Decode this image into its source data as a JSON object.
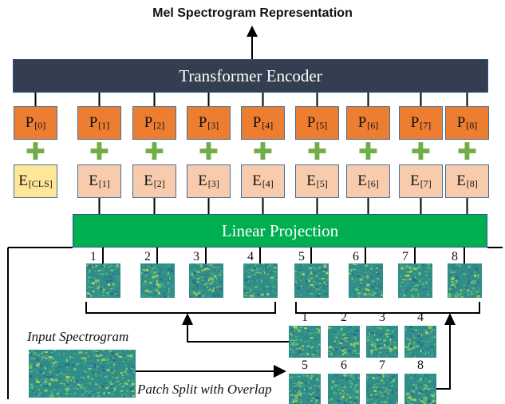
{
  "title": "Mel Spectrogram Representation",
  "encoder_label": "Transformer Encoder",
  "linear_label": "Linear Projection",
  "position_embeddings": [
    {
      "base": "P",
      "sub": "[0]"
    },
    {
      "base": "P",
      "sub": "[1]"
    },
    {
      "base": "P",
      "sub": "[2]"
    },
    {
      "base": "P",
      "sub": "[3]"
    },
    {
      "base": "P",
      "sub": "[4]"
    },
    {
      "base": "P",
      "sub": "[5]"
    },
    {
      "base": "P",
      "sub": "[6]"
    },
    {
      "base": "P",
      "sub": "[7]"
    },
    {
      "base": "P",
      "sub": "[8]"
    }
  ],
  "patch_embeddings": [
    {
      "base": "E",
      "sub": "[CLS]"
    },
    {
      "base": "E",
      "sub": "[1]"
    },
    {
      "base": "E",
      "sub": "[2]"
    },
    {
      "base": "E",
      "sub": "[3]"
    },
    {
      "base": "E",
      "sub": "[4]"
    },
    {
      "base": "E",
      "sub": "[5]"
    },
    {
      "base": "E",
      "sub": "[6]"
    },
    {
      "base": "E",
      "sub": "[7]"
    },
    {
      "base": "E",
      "sub": "[8]"
    }
  ],
  "plus_symbol": "✚",
  "patch_numbers": [
    "1",
    "2",
    "3",
    "4",
    "5",
    "6",
    "7",
    "8"
  ],
  "split_numbers": [
    "1",
    "2",
    "3",
    "4",
    "5",
    "6",
    "7",
    "8"
  ],
  "input_label": "Input Spectrogram",
  "split_label": "Patch Split with Overlap",
  "colors": {
    "encoder": "#333f50",
    "linear": "#00b050",
    "position": "#ed7d31",
    "embedding": "#f8cbad",
    "cls": "#ffe699",
    "plus": "#70ad47"
  }
}
